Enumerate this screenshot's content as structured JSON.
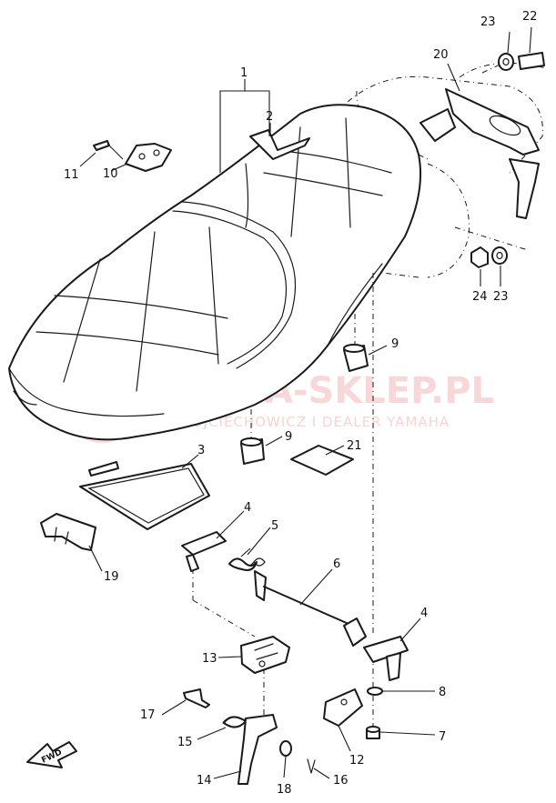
{
  "watermark": {
    "title": "YAMA-SKLEP.PL",
    "subtitle": "WOJCIECHOWICZ I DEALER YAMAHA"
  },
  "fwd_label": "FWD",
  "callouts": [
    {
      "id": "c1",
      "label": "1"
    },
    {
      "id": "c2",
      "label": "2"
    },
    {
      "id": "c3",
      "label": "3"
    },
    {
      "id": "c4a",
      "label": "4"
    },
    {
      "id": "c4b",
      "label": "4"
    },
    {
      "id": "c5",
      "label": "5"
    },
    {
      "id": "c6",
      "label": "6"
    },
    {
      "id": "c7",
      "label": "7"
    },
    {
      "id": "c8",
      "label": "8"
    },
    {
      "id": "c9a",
      "label": "9"
    },
    {
      "id": "c9b",
      "label": "9"
    },
    {
      "id": "c10",
      "label": "10"
    },
    {
      "id": "c11",
      "label": "11"
    },
    {
      "id": "c12",
      "label": "12"
    },
    {
      "id": "c13",
      "label": "13"
    },
    {
      "id": "c14",
      "label": "14"
    },
    {
      "id": "c15",
      "label": "15"
    },
    {
      "id": "c16",
      "label": "16"
    },
    {
      "id": "c17",
      "label": "17"
    },
    {
      "id": "c18",
      "label": "18"
    },
    {
      "id": "c19",
      "label": "19"
    },
    {
      "id": "c20",
      "label": "20"
    },
    {
      "id": "c21",
      "label": "21"
    },
    {
      "id": "c22",
      "label": "22"
    },
    {
      "id": "c23a",
      "label": "23"
    },
    {
      "id": "c23b",
      "label": "23"
    },
    {
      "id": "c24",
      "label": "24"
    }
  ]
}
